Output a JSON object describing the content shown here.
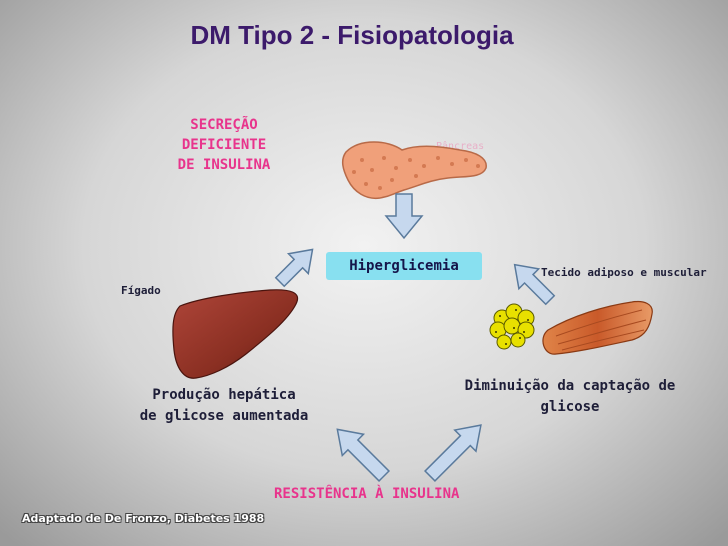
{
  "title": "DM Tipo 2 - Fisiopatologia",
  "secrecao": [
    "SECREÇÃO",
    "DEFICIENTE",
    "DE INSULINA"
  ],
  "pancreas_label": "Pâncreas",
  "hiperglicemia": "Hiperglicemia",
  "figado_label": "Fígado",
  "tecido_label": "Tecido adiposo e muscular",
  "producao": [
    "Produção hepática",
    "de glicose aumentada"
  ],
  "diminuicao": "Diminuição da captação de glicose",
  "resistencia": "RESISTÊNCIA À INSULINA",
  "credit": "Adaptado de De Fronzo, Diabetes 1988",
  "colors": {
    "title": "#3c1a6b",
    "accent_pink": "#e8348c",
    "hyperglycemia_box": "#88e0f0",
    "arrow_fill": "#c6d8ee",
    "arrow_stroke": "#5a7a9c",
    "liver": "#8a2f22",
    "pancreas": "#f0a07a",
    "fat_cells": "#e8e000",
    "muscle": "#d8703a"
  },
  "icons": [
    "pancreas-icon",
    "liver-icon",
    "fat-cells-icon",
    "muscle-icon"
  ]
}
